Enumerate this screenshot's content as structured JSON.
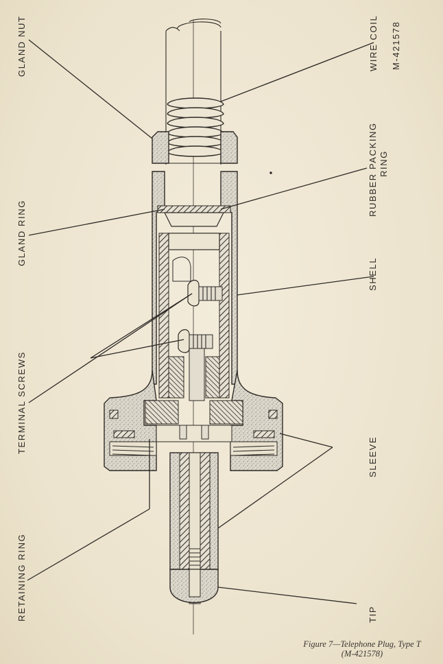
{
  "labels": {
    "gland_nut": "GLAND NUT",
    "gland_ring": "GLAND RING",
    "terminal_screws": "TERMINAL SCREWS",
    "retaining_ring": "RETAINING RING",
    "wire_coil": "WIRE COIL",
    "drawing_number": "M-421578",
    "rubber_packing_ring_line1": "RUBBER PACKING",
    "rubber_packing_ring_line2": "RING",
    "shell": "SHELL",
    "sleeve": "SLEEVE",
    "tip": "TIP"
  },
  "caption": {
    "line1": "Figure 7—Telephone Plug, Type T",
    "line2": "(M-421578)"
  },
  "colors": {
    "paper": "#efe7d3",
    "ink": "#2d2a26",
    "hatch_fill": "#d7d2c6"
  }
}
